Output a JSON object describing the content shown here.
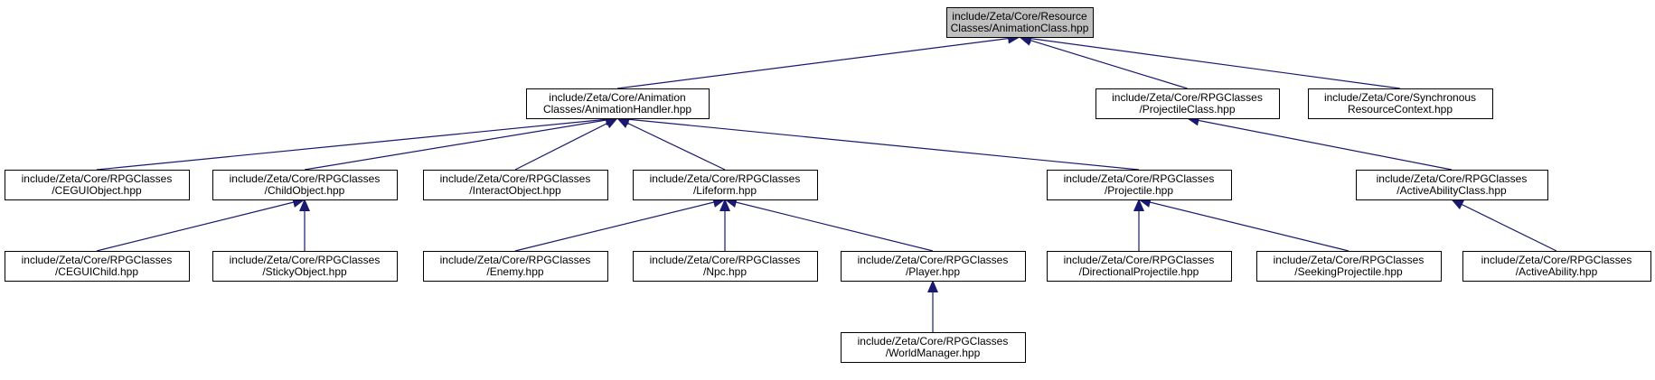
{
  "diagram": {
    "colors": {
      "node_fill": "#ffffff",
      "highlight_fill": "#bfbfbf",
      "border": "#000000",
      "edge": "#191970"
    },
    "nodes": [
      {
        "id": "animation-class",
        "lines": [
          "include/Zeta/Core/Resource",
          "Classes/AnimationClass.hpp"
        ],
        "highlight": true
      },
      {
        "id": "animation-handler",
        "lines": [
          "include/Zeta/Core/Animation",
          "Classes/AnimationHandler.hpp"
        ]
      },
      {
        "id": "projectile-class",
        "lines": [
          "include/Zeta/Core/RPGClasses",
          "/ProjectileClass.hpp"
        ]
      },
      {
        "id": "synchronous-resource-context",
        "lines": [
          "include/Zeta/Core/Synchronous",
          "ResourceContext.hpp"
        ]
      },
      {
        "id": "cegui-object",
        "lines": [
          "include/Zeta/Core/RPGClasses",
          "/CEGUIObject.hpp"
        ]
      },
      {
        "id": "child-object",
        "lines": [
          "include/Zeta/Core/RPGClasses",
          "/ChildObject.hpp"
        ]
      },
      {
        "id": "interact-object",
        "lines": [
          "include/Zeta/Core/RPGClasses",
          "/InteractObject.hpp"
        ]
      },
      {
        "id": "lifeform",
        "lines": [
          "include/Zeta/Core/RPGClasses",
          "/Lifeform.hpp"
        ]
      },
      {
        "id": "projectile",
        "lines": [
          "include/Zeta/Core/RPGClasses",
          "/Projectile.hpp"
        ]
      },
      {
        "id": "active-ability-class",
        "lines": [
          "include/Zeta/Core/RPGClasses",
          "/ActiveAbilityClass.hpp"
        ]
      },
      {
        "id": "cegui-child",
        "lines": [
          "include/Zeta/Core/RPGClasses",
          "/CEGUIChild.hpp"
        ]
      },
      {
        "id": "sticky-object",
        "lines": [
          "include/Zeta/Core/RPGClasses",
          "/StickyObject.hpp"
        ]
      },
      {
        "id": "enemy",
        "lines": [
          "include/Zeta/Core/RPGClasses",
          "/Enemy.hpp"
        ]
      },
      {
        "id": "npc",
        "lines": [
          "include/Zeta/Core/RPGClasses",
          "/Npc.hpp"
        ]
      },
      {
        "id": "player",
        "lines": [
          "include/Zeta/Core/RPGClasses",
          "/Player.hpp"
        ]
      },
      {
        "id": "directional-projectile",
        "lines": [
          "include/Zeta/Core/RPGClasses",
          "/DirectionalProjectile.hpp"
        ]
      },
      {
        "id": "seeking-projectile",
        "lines": [
          "include/Zeta/Core/RPGClasses",
          "/SeekingProjectile.hpp"
        ]
      },
      {
        "id": "active-ability",
        "lines": [
          "include/Zeta/Core/RPGClasses",
          "/ActiveAbility.hpp"
        ]
      },
      {
        "id": "world-manager",
        "lines": [
          "include/Zeta/Core/RPGClasses",
          "/WorldManager.hpp"
        ]
      }
    ],
    "edges": [
      {
        "from": "animation-handler",
        "to": "animation-class"
      },
      {
        "from": "projectile-class",
        "to": "animation-class"
      },
      {
        "from": "synchronous-resource-context",
        "to": "animation-class"
      },
      {
        "from": "cegui-object",
        "to": "animation-handler"
      },
      {
        "from": "child-object",
        "to": "animation-handler"
      },
      {
        "from": "interact-object",
        "to": "animation-handler"
      },
      {
        "from": "lifeform",
        "to": "animation-handler"
      },
      {
        "from": "projectile",
        "to": "animation-handler"
      },
      {
        "from": "active-ability-class",
        "to": "projectile-class"
      },
      {
        "from": "cegui-child",
        "to": "child-object"
      },
      {
        "from": "sticky-object",
        "to": "child-object"
      },
      {
        "from": "enemy",
        "to": "lifeform"
      },
      {
        "from": "npc",
        "to": "lifeform"
      },
      {
        "from": "player",
        "to": "lifeform"
      },
      {
        "from": "directional-projectile",
        "to": "projectile"
      },
      {
        "from": "seeking-projectile",
        "to": "projectile"
      },
      {
        "from": "active-ability",
        "to": "active-ability-class"
      },
      {
        "from": "world-manager",
        "to": "player"
      }
    ]
  }
}
